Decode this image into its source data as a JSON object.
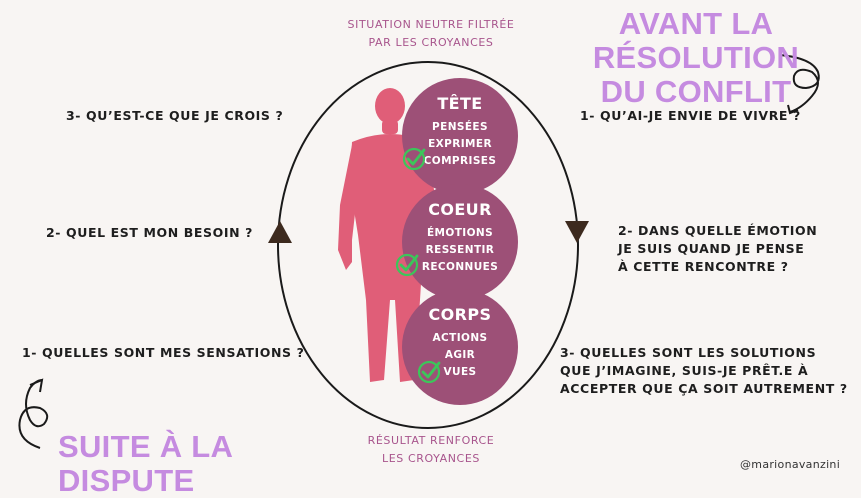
{
  "title_top": "AVANT LA RÉSOLUTION\nDU CONFLIT",
  "title_bottom": "SUITE À LA DISPUTE",
  "top_caption": "SITUATION NEUTRE FILTRÉE\nPAR LES CROYANCES",
  "bottom_caption": "RÉSULTAT RENFORCE\nLES CROYANCES",
  "left_questions": [
    "3- QU’EST-CE QUE JE CROIS ?",
    "2- QUEL EST MON BESOIN ?",
    "1- QUELLES SONT MES SENSATIONS ?"
  ],
  "right_questions": [
    "1- QU’AI-JE ENVIE DE VIVRE ?",
    "2- DANS QUELLE ÉMOTION\nJE SUIS QUAND JE PENSE\nÀ CETTE RENCONTRE ?",
    "3- QUELLES SONT LES SOLUTIONS\nQUE J’IMAGINE, SUIS-JE PRÊT.E À\nACCEPTER QUE ÇA SOIT AUTREMENT ?"
  ],
  "circles": [
    {
      "title": "TÊTE",
      "lines": [
        "PENSÉES",
        "EXPRIMER",
        "COMPRISES"
      ]
    },
    {
      "title": "COEUR",
      "lines": [
        "ÉMOTIONS",
        "RESSENTIR",
        "RECONNUES"
      ]
    },
    {
      "title": "CORPS",
      "lines": [
        "ACTIONS",
        "AGIR",
        "VUES"
      ]
    }
  ],
  "handle": "@marionavanzini",
  "colors": {
    "accent": "#c58be0",
    "circle": "#9d5077",
    "body": "#e05e78",
    "check": "#3cc65a",
    "arrow": "#3d2a1e",
    "caption": "#a8558d"
  },
  "icons": [
    "curly-arrow-icon",
    "check-icon",
    "arrowhead-icon",
    "human-silhouette"
  ]
}
